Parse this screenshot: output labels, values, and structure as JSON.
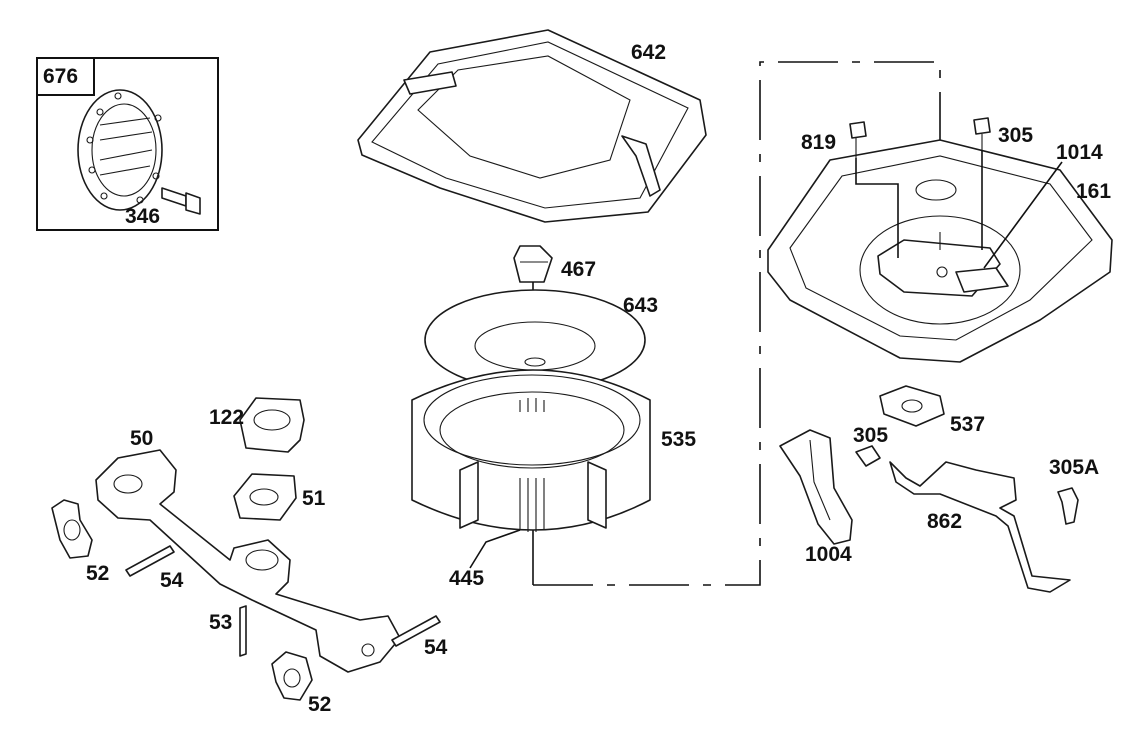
{
  "diagram": {
    "inset": {
      "label": "676",
      "parts": [
        "346"
      ]
    },
    "callouts": {
      "c642": "642",
      "c467": "467",
      "c643": "643",
      "c535": "535",
      "c445": "445",
      "c122": "122",
      "c50": "50",
      "c51": "51",
      "c52a": "52",
      "c54a": "54",
      "c53": "53",
      "c54b": "54",
      "c52b": "52",
      "c819": "819",
      "c305a": "305",
      "c1014": "1014",
      "c161": "161",
      "c537": "537",
      "c305b": "305",
      "c305A": "305A",
      "c862": "862",
      "c1004": "1004",
      "c346": "346"
    }
  }
}
